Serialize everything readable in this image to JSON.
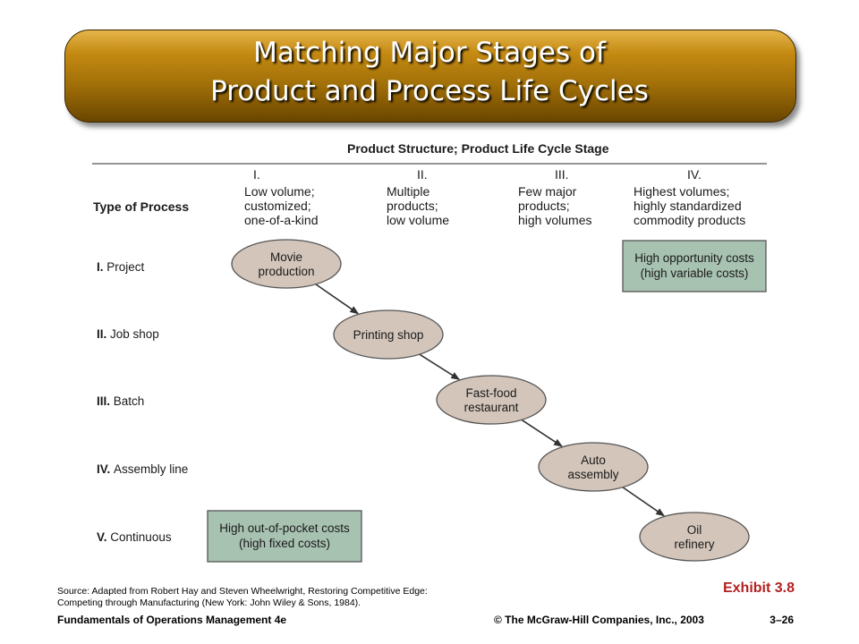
{
  "slide": {
    "title_line1": "Matching Major Stages of",
    "title_line2": "Product and Process Life Cycles"
  },
  "table": {
    "top_header": "Product Structure; Product Life Cycle Stage",
    "row_header": "Type of Process",
    "stages": [
      {
        "numeral": "I.",
        "lines": [
          "Low volume;",
          "customized;",
          "one-of-a-kind"
        ]
      },
      {
        "numeral": "II.",
        "lines": [
          "Multiple",
          "products;",
          "low volume"
        ]
      },
      {
        "numeral": "III.",
        "lines": [
          "Few major",
          "products;",
          "high volumes"
        ]
      },
      {
        "numeral": "IV.",
        "lines": [
          "Highest volumes;",
          "highly standardized",
          "commodity products"
        ]
      }
    ],
    "processes": [
      {
        "numeral": "I.",
        "label": "Project"
      },
      {
        "numeral": "II.",
        "label": "Job shop"
      },
      {
        "numeral": "III.",
        "label": "Batch"
      },
      {
        "numeral": "IV.",
        "label": "Assembly line"
      },
      {
        "numeral": "V.",
        "label": "Continuous"
      }
    ],
    "matches": [
      [
        "Movie",
        "production"
      ],
      [
        "Printing shop"
      ],
      [
        "Fast-food",
        "restaurant"
      ],
      [
        "Auto",
        "assembly"
      ],
      [
        "Oil",
        "refinery"
      ]
    ],
    "cost_boxes": {
      "top_right": [
        "High opportunity costs",
        "(high variable costs)"
      ],
      "bottom_left": [
        "High out-of-pocket costs",
        "(high fixed costs)"
      ]
    },
    "colors": {
      "ellipse_fill": "#d3c5ba",
      "cost_box_fill": "#a8c2b1",
      "line": "#555555"
    }
  },
  "notes": {
    "source_line1": "Source: Adapted from Robert Hay and Steven Wheelwright, Restoring Competitive Edge:",
    "source_line2": "Competing through Manufacturing (New York: John Wiley & Sons, 1984).",
    "exhibit": "Exhibit 3.8"
  },
  "footer": {
    "left": "Fundamentals of Operations Management 4e",
    "center": "© The McGraw-Hill Companies, Inc., 2003",
    "right": "3–26"
  }
}
